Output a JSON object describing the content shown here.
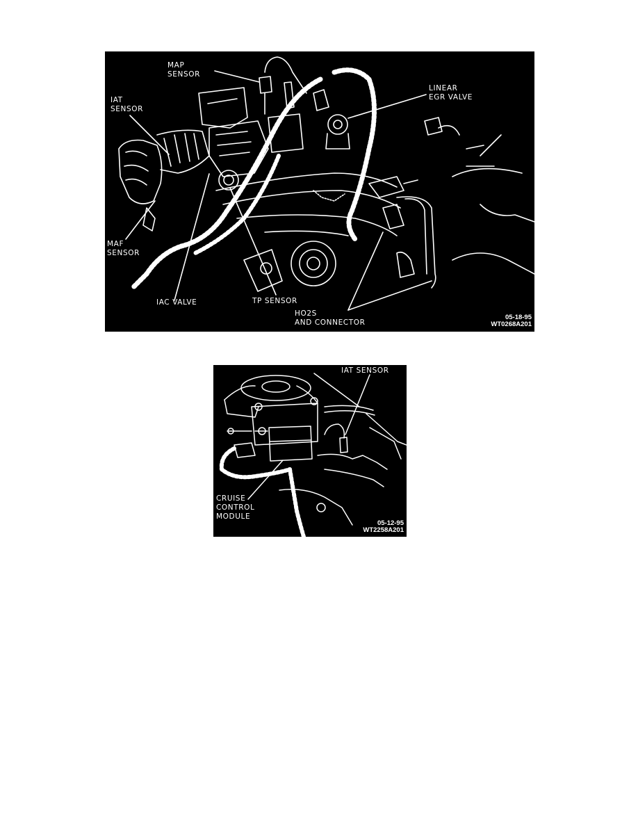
{
  "figures": [
    {
      "labels": {
        "map_sensor": "MAP\nSENSOR",
        "iat_sensor": "IAT\nSENSOR",
        "linear_egr_valve": "LINEAR\nEGR VALVE",
        "maf_sensor": "MAF\nSENSOR",
        "iac_valve": "IAC VALVE",
        "tp_sensor": "TP SENSOR",
        "ho2s_and_connector": "HO2S\nAND CONNECTOR"
      },
      "date": "05-18-95",
      "code": "WT0268A201"
    },
    {
      "labels": {
        "iat_sensor": "IAT SENSOR",
        "cruise_control_module": "CRUISE\nCONTROL\nMODULE"
      },
      "date": "05-12-95",
      "code": "WT2258A201"
    }
  ],
  "colors": {
    "figure_background": "#000000",
    "line_art": "#ffffff",
    "page_background": "#ffffff"
  }
}
